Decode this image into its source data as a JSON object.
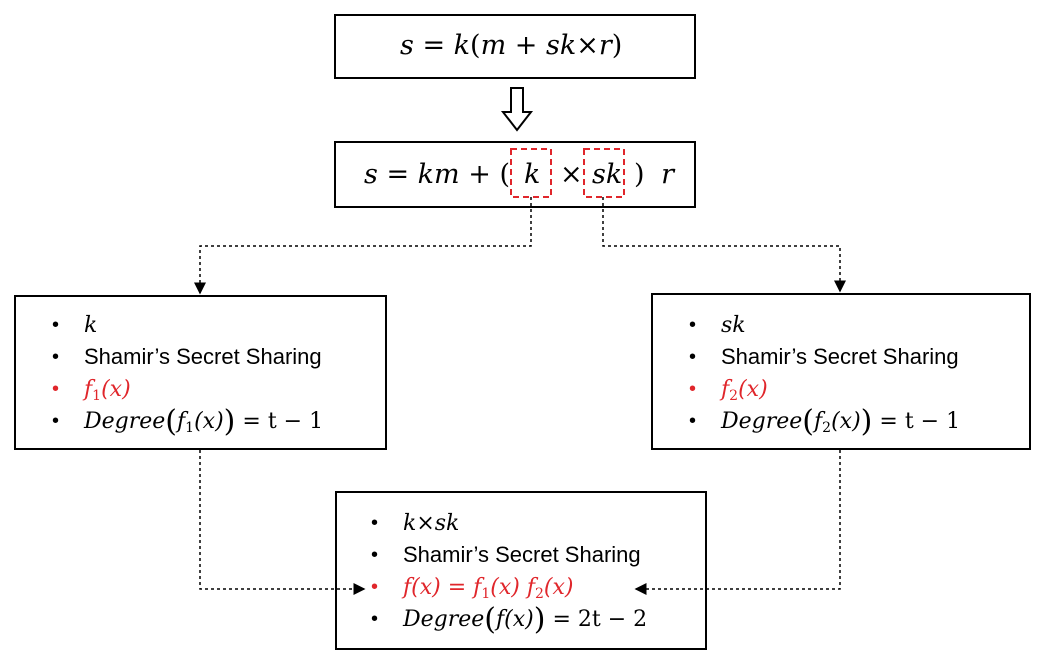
{
  "top_equation": {
    "s": "s",
    "eq": "=",
    "k": "k",
    "lp": "(",
    "m": "m",
    "plus": "+",
    "sk": "sk",
    "times": "×",
    "r": "r",
    "rp": ")"
  },
  "arrow_glyph": "⇩",
  "mid_equation": {
    "s": "s",
    "eq": "=",
    "km": "km",
    "plus": "+",
    "lp": "(",
    "k": "k",
    "times": "×",
    "sk": "sk",
    "rp": ")",
    "r": "r"
  },
  "left_box": {
    "bullet": "•",
    "item1": "k",
    "item2": "Shamir’s Secret Sharing",
    "item3_f": "f",
    "item3_sub": "1",
    "item3_x": "(x)",
    "item4_degree": "Degree",
    "item4_f": "f",
    "item4_sub": "1",
    "item4_x": "(x)",
    "item4_rhs": "= t − 1"
  },
  "right_box": {
    "bullet": "•",
    "item1": "sk",
    "item2": "Shamir’s Secret Sharing",
    "item3_f": "f",
    "item3_sub": "2",
    "item3_x": "(x)",
    "item4_degree": "Degree",
    "item4_f": "f",
    "item4_sub": "2",
    "item4_x": "(x)",
    "item4_rhs": "= t − 1"
  },
  "bottom_box": {
    "bullet": "•",
    "item1": "k×sk",
    "item2": "Shamir’s Secret Sharing",
    "item3_lhs": "f(x) =",
    "item3_f1": "f",
    "item3_sub1": "1",
    "item3_x1": "(x)",
    "item3_f2": "f",
    "item3_sub2": "2",
    "item3_x2": "(x)",
    "item4_degree": "Degree",
    "item4_inner": "f(x)",
    "item4_rhs": "= 2t − 2"
  },
  "colors": {
    "red": "#e0262b",
    "black": "#000000"
  }
}
